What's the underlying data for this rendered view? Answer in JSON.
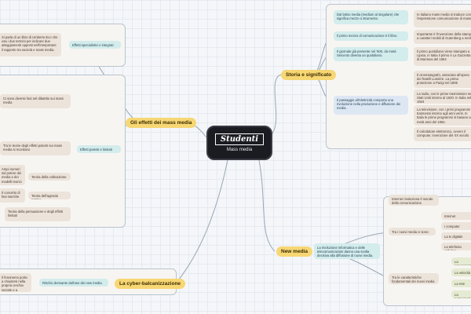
{
  "center": {
    "logo": "Studenti",
    "title": "Mass media"
  },
  "branches": {
    "storia": "Storia e significato",
    "effetti": "Gli effetti dei mass media",
    "newmedia": "New media",
    "balcan": "La cyber-balcanizzazione"
  },
  "storia": {
    "n1": "Dal latino media (medium al singolare) che significa mezzo o strumento.",
    "n1d": "In italiano mass media si traduce con l'espressione comunicazione di massa",
    "n2": "Il primo mezzo di comunicazione è il libro.",
    "n2d": "Importante è l'invenzione della stampa a caratteri mobili di Gutenberg a metà",
    "n3": "Il giornale già presente nel '500, da metà Seicento diventa un quotidiano.",
    "n3d": "Il primo quotidiano viene stampato a Lipsia, in Italia il primo è La Gazzetta di Mantova del 1664",
    "n4": "Il passaggio all'elettricità comporta una rivoluzione nella produzione e diffusione dei media.",
    "n4a": "Il cinematografo, associato all'opera dei fratelli Lumière. La prima proiezione a Parigi nel 1895",
    "n4b": "La radio, con le prime trasmissioni nei Stati Uniti intorno al 1920. In Italia nel 1924",
    "n4c": "La televisione, con i primi programmi trasmessi intorno agli anni venti. In Italia le prime programmi si basano a metà anni del 1954.",
    "n4d": "Il calcolatore elettronico, ovvero il computer, invenzione del XX secolo"
  },
  "effetti": {
    "e1": "Effetti specialistici e integrati",
    "e1d": "Si parla di un libro di Umberto Eco che usa i due termini per indicare due atteggiamenti opposti nell'interpretare il rapporto tra società e mass media.",
    "e2": "Effetti potenti e limitati",
    "e2a": "Ci sono diverse fasi nel dibattito sui mass media",
    "e2b": "Tra le teorie degli effetti potenti sui mass media si ricordano",
    "e2c": "Ampi numeri sul potere dei media e dei modelli teorici",
    "e2d": "Teoria della coltivazione",
    "e2e": "Il concetto di fasi storiche",
    "e2f": "Teoria dell'agenda setting",
    "e2g": "Teoria della persuasione e degli effetti limitati"
  },
  "newmedia": {
    "m1": "Internet rivoluziona il mondo della comunicazione.",
    "m2": "La rivoluzione informatica e delle telecomunicazioni danno una svolta decisiva alla diffusione di nuovi media.",
    "m3": "Tra i nuovi media ci sono:",
    "m3a": "Internet",
    "m3b": "I computer",
    "m3c": "La tv digitale",
    "m3d": "La telefonia cellulare",
    "m4": "Tra le caratteristiche fondamentali dei nuovi media abbiamo:",
    "m4a": "La convergenza",
    "m4b": "La velocità",
    "m4c": "La rete",
    "m4d": "La partecipazione"
  },
  "balcan": {
    "b1": "Rischio derivante dall'uso dei new media.",
    "b1d": "Il fenomeno porta a chiudersi nella propria cerchia sociale e a frequentare solo chi la pensa allo stesso modo."
  }
}
